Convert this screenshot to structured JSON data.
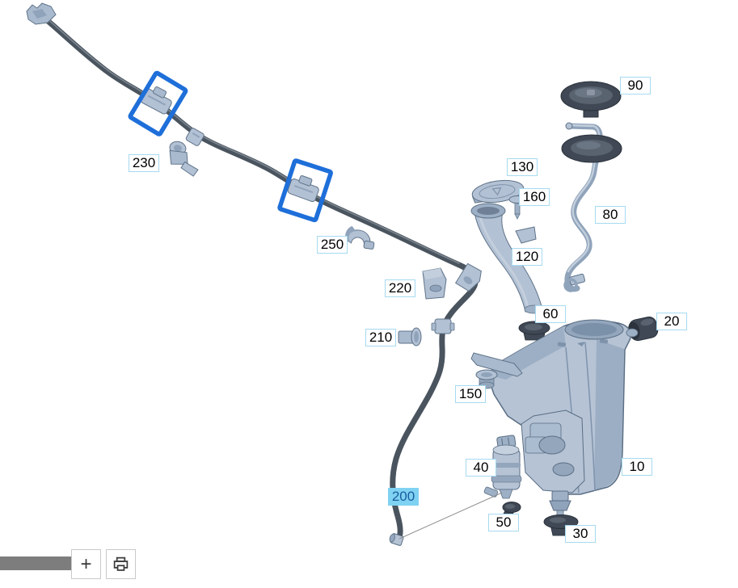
{
  "diagram": {
    "description": "Windshield washer system parts diagram",
    "callouts": [
      {
        "id": "10",
        "text": "10",
        "selected": false
      },
      {
        "id": "20",
        "text": "20",
        "selected": false
      },
      {
        "id": "30",
        "text": "30",
        "selected": false
      },
      {
        "id": "40",
        "text": "40",
        "selected": false
      },
      {
        "id": "50",
        "text": "50",
        "selected": false
      },
      {
        "id": "60",
        "text": "60",
        "selected": false
      },
      {
        "id": "80",
        "text": "80",
        "selected": false
      },
      {
        "id": "90",
        "text": "90",
        "selected": false
      },
      {
        "id": "120",
        "text": "120",
        "selected": false
      },
      {
        "id": "130",
        "text": "130",
        "selected": false
      },
      {
        "id": "150",
        "text": "150",
        "selected": false
      },
      {
        "id": "160",
        "text": "160",
        "selected": false
      },
      {
        "id": "200",
        "text": "200",
        "selected": true
      },
      {
        "id": "210",
        "text": "210",
        "selected": false
      },
      {
        "id": "220",
        "text": "220",
        "selected": false
      },
      {
        "id": "230",
        "text": "230",
        "selected": false
      },
      {
        "id": "250",
        "text": "250",
        "selected": false
      }
    ],
    "selected_callout": "200",
    "selection_box_count": 2,
    "colors": {
      "selection_box_blue": "#1e6fd9",
      "selected_label_background": "#7fd2f2",
      "selected_label_text": "#1a5c9e",
      "label_border": "#a6daf0",
      "part_light": "#b6c3d5",
      "part_dark": "#3f4854",
      "hose": "#4a545f"
    }
  },
  "toolbar": {
    "zoom_in_label": "+",
    "print_icon": "printer",
    "slider_color": "#7d7d7d"
  }
}
